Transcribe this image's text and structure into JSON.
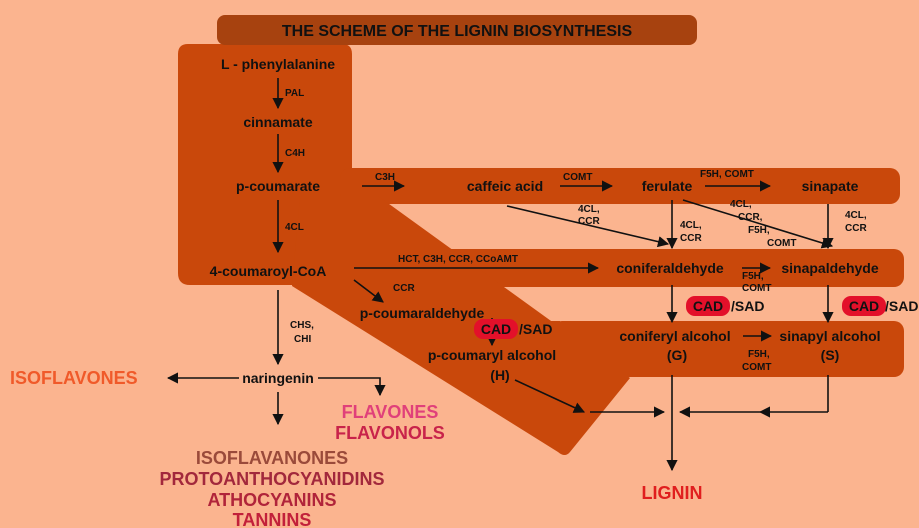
{
  "title": "THE SCHEME OF THE LIGNIN BIOSYNTHESIS",
  "colors": {
    "background": "#fbb48f",
    "band": "#c9480b",
    "title_box": "#a7420f",
    "cad_badge": "#e3102a",
    "isoflavones": "#f05a2a",
    "flavones": "#e0407a",
    "flavonols": "#c8234a",
    "isoflavanones": "#9a4a3a",
    "protoanthocyanidins": "#a2283c",
    "athocyanins": "#b0243a",
    "tannins": "#c2203a",
    "lignin": "#e01e1e"
  },
  "metabolites": {
    "l_phenylalanine": "L - phenylalanine",
    "cinnamate": "cinnamate",
    "p_coumarate": "p-coumarate",
    "coumaroyl_coa": "4-coumaroyl-CoA",
    "caffeic_acid": "caffeic acid",
    "ferulate": "ferulate",
    "sinapate": "sinapate",
    "coniferaldehyde": "coniferaldehyde",
    "sinapaldehyde": "sinapaldehyde",
    "p_coumaraldehyde": "p-coumaraldehyde",
    "p_coumaryl_alcohol": "p-coumaryl alcohol",
    "h_label": "(H)",
    "coniferyl_alcohol": "coniferyl alcohol",
    "g_label": "(G)",
    "sinapyl_alcohol": "sinapyl alcohol",
    "s_label": "(S)",
    "naringenin": "naringenin"
  },
  "enzymes": {
    "pal": "PAL",
    "c4h": "C4H",
    "cl4": "4CL",
    "c3h": "C3H",
    "comt": "COMT",
    "f5h_comt": "F5H, COMT",
    "ccr_4cl_a": [
      "4CL,",
      "CCR"
    ],
    "ccr_4cl_b": [
      "4CL,",
      "CCR"
    ],
    "ccr_4cl_c": [
      "4CL,",
      "CCR"
    ],
    "four_cl_ccr_f5h_comt": [
      "4CL,",
      "CCR,",
      "F5H,",
      "COMT"
    ],
    "hct_chain": "HCT, C3H, CCR, CCoAMT",
    "ccr": "CCR",
    "f5h_comt_2": [
      "F5H,",
      "COMT"
    ],
    "f5h_comt_3": [
      "F5H,",
      "COMT"
    ],
    "chs_chi": [
      "CHS,",
      "CHI"
    ],
    "cad": "CAD",
    "sad": "/SAD"
  },
  "outputs": {
    "isoflavones": "ISOFLAVONES",
    "flavones": "FLAVONES",
    "flavonols": "FLAVONOLS",
    "isoflavanones": "ISOFLAVANONES",
    "protoanthocyanidins": "PROTOANTHOCYANIDINS",
    "athocyanins": "ATHOCYANINS",
    "tannins": "TANNINS",
    "lignin": "LIGNIN"
  }
}
